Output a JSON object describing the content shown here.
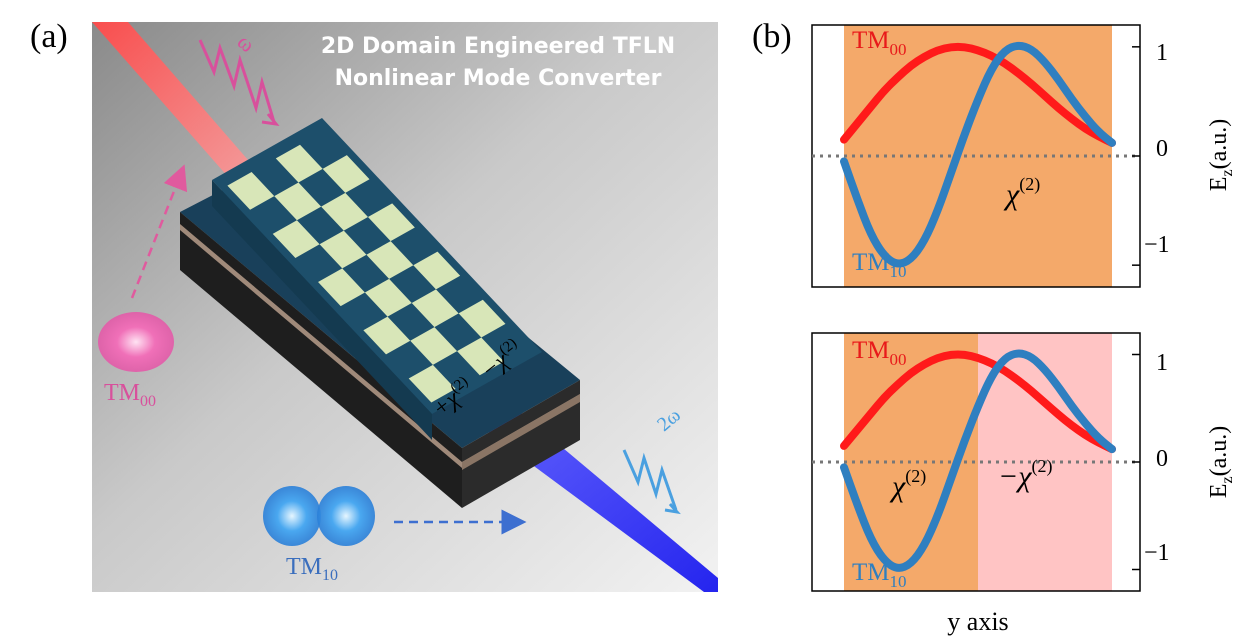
{
  "panel_a": {
    "label": "(a)",
    "title_line1": "2D Domain Engineered TFLN",
    "title_line2": "Nonlinear Mode Converter",
    "pump_freq": "ω",
    "shg_freq": "2ω",
    "tm00_base": "TM",
    "tm00_sub": "00",
    "tm10_base": "TM",
    "tm10_sub": "10",
    "chi_plus": "+χ",
    "chi_minus": "−χ",
    "chi_order": "(2)",
    "colors": {
      "pump_beam": "#ff5555",
      "shg_beam": "#2a2aff",
      "waveguide": "#1d4f6b",
      "domain_tile": "#d8e6b8",
      "tm00_mode": "#e0509a",
      "tm10_mode": "#3a8fe0"
    }
  },
  "panel_b": {
    "label": "(b)",
    "xlabel": "y axis",
    "ylabel_base": "E",
    "ylabel_sub": "z",
    "ylabel_unit": "(a.u.)",
    "yticks": [
      "1",
      "0",
      "−1"
    ],
    "top": {
      "mode_a_base": "TM",
      "mode_a_sub": "00",
      "mode_b_base": "TM",
      "mode_b_sub": "10",
      "chi": "χ",
      "chi_order": "(2)"
    },
    "bottom": {
      "mode_a_base": "TM",
      "mode_a_sub": "00",
      "mode_b_base": "TM",
      "mode_b_sub": "10",
      "chi_left": "χ",
      "chi_right": "−χ",
      "chi_order": "(2)"
    },
    "colors": {
      "positive_region": "#f4a96a",
      "negative_region": "#ffc4c4",
      "tm00_curve": "#ff1a1a",
      "tm10_curve": "#2f7fc0"
    }
  },
  "chart_data": [
    {
      "type": "line",
      "xlabel": "y axis",
      "ylabel": "Ez(a.u.)",
      "ylim": [
        -1.2,
        1.2
      ],
      "yticks": [
        -1,
        0,
        1
      ],
      "x": [
        0,
        0.05,
        0.1,
        0.15,
        0.2,
        0.25,
        0.3,
        0.35,
        0.4,
        0.45,
        0.5,
        0.55,
        0.6,
        0.65,
        0.7,
        0.75,
        0.8,
        0.85,
        0.9,
        0.95,
        1.0
      ],
      "series": [
        {
          "name": "TM00",
          "values": [
            0.15,
            0.3,
            0.45,
            0.6,
            0.72,
            0.83,
            0.91,
            0.97,
            1.0,
            1.0,
            0.97,
            0.92,
            0.85,
            0.76,
            0.66,
            0.55,
            0.44,
            0.34,
            0.25,
            0.18,
            0.12
          ]
        },
        {
          "name": "TM10",
          "values": [
            -0.05,
            -0.4,
            -0.72,
            -0.92,
            -1.0,
            -0.95,
            -0.78,
            -0.5,
            -0.15,
            0.2,
            0.52,
            0.8,
            0.97,
            1.02,
            0.98,
            0.86,
            0.7,
            0.52,
            0.36,
            0.22,
            0.12
          ]
        }
      ],
      "regions": [
        {
          "label": "χ(2)",
          "from": 0,
          "to": 1
        }
      ]
    },
    {
      "type": "line",
      "xlabel": "y axis",
      "ylabel": "Ez(a.u.)",
      "ylim": [
        -1.2,
        1.2
      ],
      "yticks": [
        -1,
        0,
        1
      ],
      "x": [
        0,
        0.05,
        0.1,
        0.15,
        0.2,
        0.25,
        0.3,
        0.35,
        0.4,
        0.45,
        0.5,
        0.55,
        0.6,
        0.65,
        0.7,
        0.75,
        0.8,
        0.85,
        0.9,
        0.95,
        1.0
      ],
      "series": [
        {
          "name": "TM00",
          "values": [
            0.15,
            0.3,
            0.45,
            0.6,
            0.72,
            0.83,
            0.91,
            0.97,
            1.0,
            1.0,
            0.97,
            0.92,
            0.85,
            0.76,
            0.66,
            0.55,
            0.44,
            0.34,
            0.25,
            0.18,
            0.12
          ]
        },
        {
          "name": "TM10",
          "values": [
            -0.05,
            -0.4,
            -0.72,
            -0.92,
            -1.0,
            -0.95,
            -0.78,
            -0.5,
            -0.15,
            0.2,
            0.52,
            0.8,
            0.97,
            1.02,
            0.98,
            0.86,
            0.7,
            0.52,
            0.36,
            0.22,
            0.12
          ]
        }
      ],
      "regions": [
        {
          "label": "χ(2)",
          "from": 0,
          "to": 0.5
        },
        {
          "label": "−χ(2)",
          "from": 0.5,
          "to": 1
        }
      ]
    }
  ]
}
